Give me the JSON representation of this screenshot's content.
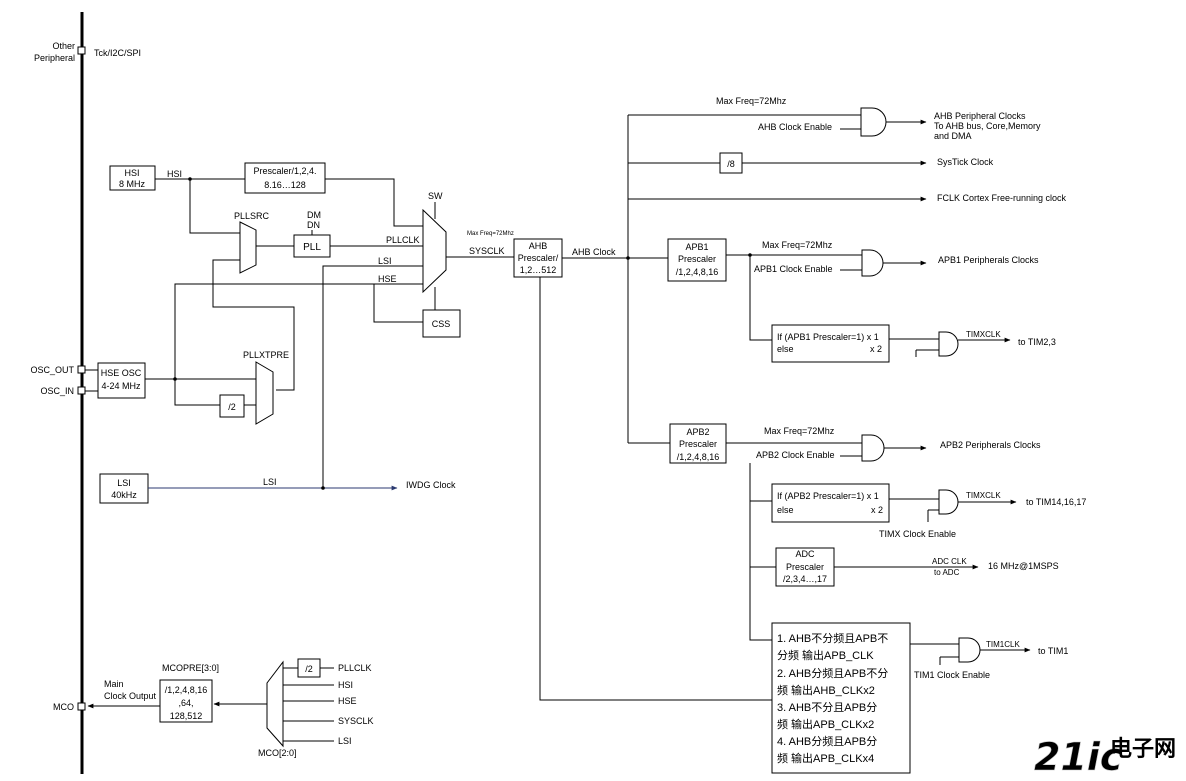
{
  "left_bus": {
    "other_peripheral": [
      "Other",
      "Peripheral"
    ],
    "tck": "Tck/I2C/SPI",
    "osc_out": "OSC_OUT",
    "osc_in": "OSC_IN",
    "mco": "MCO"
  },
  "hsi": {
    "box": [
      "HSI",
      "8 MHz"
    ],
    "wire": "HSI"
  },
  "prescaler_top": [
    "Prescaler/1,2,4.",
    "8.16…128"
  ],
  "pllsrc": "PLLSRC",
  "dm_dn": [
    "DM",
    "DN"
  ],
  "pll": "PLL",
  "pllclk": "PLLCLK",
  "lsi_wire": "LSI",
  "hse_wire": "HSE",
  "sw": "SW",
  "css": "CSS",
  "pllxtpre": "PLLXTPRE",
  "hse_osc": [
    "HSE OSC",
    "4-24 MHz"
  ],
  "div2": "/2",
  "lsi": {
    "box": [
      "LSI",
      "40kHz"
    ],
    "wire": "LSI",
    "iwdg": "IWDG Clock"
  },
  "sysclk": {
    "maxfreq": "Max Freq=72Mhz",
    "label": "SYSCLK"
  },
  "ahb_prescaler": [
    "AHB",
    "Prescaler/",
    "1,2…512"
  ],
  "ahb_clock": "AHB Clock",
  "ahb_out": {
    "maxfreq": "Max Freq=72Mhz",
    "enable": "AHB Clock Enable",
    "periph": [
      "AHB Peripheral Clocks",
      "To AHB bus, Core,Memory",
      "and DMA"
    ]
  },
  "systick": {
    "div": "/8",
    "label": "SysTick Clock"
  },
  "fclk": "FCLK Cortex Free-running clock",
  "apb1": {
    "box": [
      "APB1",
      "Prescaler",
      "/1,2,4,8,16"
    ],
    "maxfreq": "Max Freq=72Mhz",
    "enable": "APB1 Clock Enable",
    "periph": "APB1 Peripherals Clocks",
    "cond": [
      "If (APB1 Prescaler=1) x 1",
      "else",
      "x 2"
    ],
    "timx": "TIMXCLK",
    "to": "to TIM2,3"
  },
  "apb2": {
    "box": [
      "APB2",
      "Prescaler",
      "/1,2,4,8,16"
    ],
    "maxfreq": "Max Freq=72Mhz",
    "enable": "APB2 Clock Enable",
    "periph": "APB2 Peripherals Clocks",
    "cond": [
      "If (APB2 Prescaler=1) x 1",
      "else",
      "x 2"
    ],
    "timx": "TIMXCLK",
    "to": "to TIM14,16,17",
    "timx_enable": "TIMX Clock Enable"
  },
  "adc": {
    "box": [
      "ADC",
      "Prescaler",
      "/2,3,4…,17"
    ],
    "clk": [
      "ADC CLK",
      "to ADC"
    ],
    "out": "16 MHz@1MSPS"
  },
  "notes": [
    "1. AHB不分频且APB不",
    "分频  输出APB_CLK",
    "2. AHB分频且APB不分",
    "频  输出AHB_CLKx2",
    "3. AHB不分且APB分",
    "频       输出APB_CLKx2",
    "4. AHB分频且APB分",
    "频       输出APB_CLKx4"
  ],
  "tim1": {
    "label": "TIM1CLK",
    "to": "to TIM1",
    "enable": "TIM1 Clock Enable"
  },
  "mco": {
    "mcopre": "MCOPRE[3:0]",
    "main": [
      "Main",
      "Clock Output"
    ],
    "box": [
      "/1,2,4,8,16",
      ",64,",
      "128,512"
    ],
    "mux_inputs": [
      "PLLCLK",
      "HSI",
      "HSE",
      "SYSCLK",
      "LSI"
    ],
    "div": "/2",
    "sel": "MCO[2:0]"
  },
  "watermark": {
    "part1": "21ic",
    "part2": "电子网"
  }
}
